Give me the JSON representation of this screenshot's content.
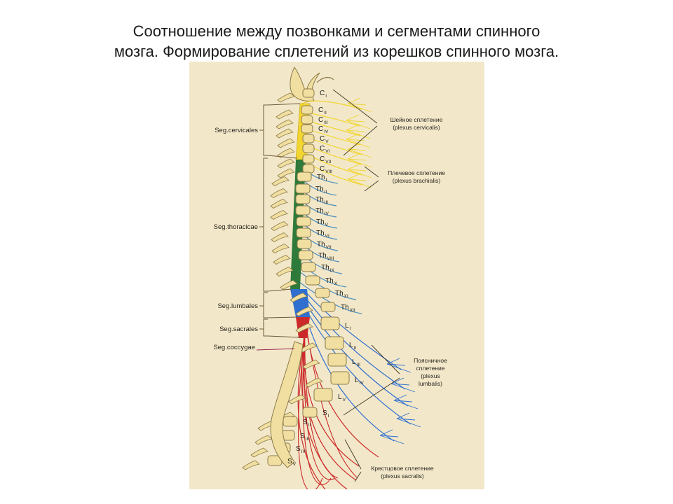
{
  "title": {
    "line1": "Соотношение между позвонками и сегментами спинного",
    "line2": "мозга. Формирование сплетений из корешков спинного мозга."
  },
  "segments": {
    "cervicales": "Seg.cervicales",
    "thoracicae": "Seg.thoracicae",
    "lumbales": "Seg.lumbales",
    "sacrales": "Seg.sacrales",
    "coccygae": "Seg.coccygae"
  },
  "vertebrae": [
    {
      "main": "C",
      "sub": "I"
    },
    {
      "main": "C",
      "sub": "II"
    },
    {
      "main": "C",
      "sub": "III"
    },
    {
      "main": "C",
      "sub": "IV"
    },
    {
      "main": "C",
      "sub": "V"
    },
    {
      "main": "C",
      "sub": "VI"
    },
    {
      "main": "C",
      "sub": "VII"
    },
    {
      "main": "C",
      "sub": "VIII"
    },
    {
      "main": "Th",
      "sub": "I"
    },
    {
      "main": "Th",
      "sub": "II"
    },
    {
      "main": "Th",
      "sub": "III"
    },
    {
      "main": "Th",
      "sub": "IV"
    },
    {
      "main": "Th",
      "sub": "V"
    },
    {
      "main": "Th",
      "sub": "VI"
    },
    {
      "main": "Th",
      "sub": "VII"
    },
    {
      "main": "Th",
      "sub": "VIII"
    },
    {
      "main": "Th",
      "sub": "IX"
    },
    {
      "main": "Th",
      "sub": "X"
    },
    {
      "main": "Th",
      "sub": "XI"
    },
    {
      "main": "Th",
      "sub": "XII"
    },
    {
      "main": "L",
      "sub": "I"
    },
    {
      "main": "L",
      "sub": "II"
    },
    {
      "main": "L",
      "sub": "III"
    },
    {
      "main": "L",
      "sub": "IV"
    },
    {
      "main": "L",
      "sub": "V"
    },
    {
      "main": "S",
      "sub": "I"
    },
    {
      "main": "S",
      "sub": "II"
    },
    {
      "main": "S",
      "sub": "III"
    },
    {
      "main": "S",
      "sub": "IV"
    },
    {
      "main": "S",
      "sub": "V"
    }
  ],
  "plexuses": {
    "cervical": {
      "line1": "Шейное сплетение",
      "line2": "(plexus cervicalis)"
    },
    "brachial": {
      "line1": "Плечевое сплетение",
      "line2": "(plexus brachialis)"
    },
    "lumbar": {
      "line1": "Поясничное",
      "line2": "сплетение",
      "line3": "(plexus",
      "line4": "lumbalis)"
    },
    "sacral": {
      "line1": "Крестцовое сплетение",
      "line2": "(plexus sacralis)"
    }
  },
  "colors": {
    "background": "#f2e8c9",
    "bone": "#f0dfa0",
    "cervical": "#f2d530",
    "thoracic": "#2e7a3a",
    "lumbar": "#2f6fd0",
    "sacral": "#cc2a2a"
  }
}
